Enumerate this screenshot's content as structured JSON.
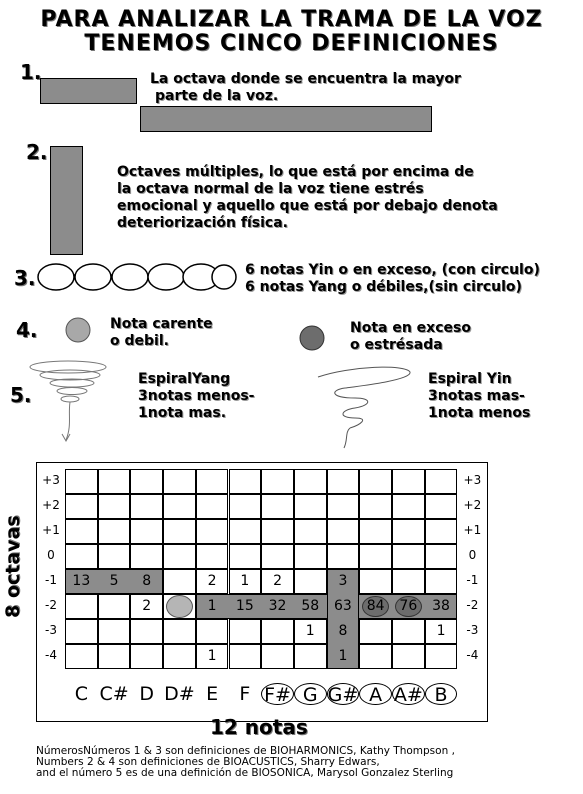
{
  "title": {
    "line1": "PARA ANALIZAR LA TRAMA DE LA VOZ",
    "line2": "TENEMOS CINCO DEFINICIONES"
  },
  "definitions": {
    "d1": {
      "number": "1.",
      "line1": "La octava donde se encuentra la mayor",
      "line2": "parte de la voz."
    },
    "d2": {
      "number": "2.",
      "line1": "Octaves múltiples, lo que está por encima de",
      "line2": "la octava normal de la voz tiene estrés",
      "line3": "emocional y aquello que está por debajo denota",
      "line4": "deteriorización física."
    },
    "d3": {
      "number": "3.",
      "line1": "6 notas  Yin o en exceso, (con circulo)",
      "line2": "6 notas Yang  o débiles,(sin circulo)"
    },
    "d4": {
      "number": "4.",
      "weak_line1": "Nota carente",
      "weak_line2": "o debil.",
      "excess_line1": "Nota en exceso",
      "excess_line2": "o estrésada"
    },
    "d5": {
      "number": "5.",
      "yang_line1": "EspiralYang",
      "yang_line2": "3notas menos-",
      "yang_line3": "1nota mas.",
      "yin_line1": "Espiral Yin",
      "yin_line2": "3notas mas-",
      "yin_line3": "1nota menos"
    }
  },
  "grid": {
    "y_axis_title": "8 octavas",
    "x_axis_title": "12 notas",
    "octave_labels_left": [
      "+3",
      "+2",
      "+1",
      "0",
      "-1",
      "-2",
      "-3",
      "-4"
    ],
    "octave_labels_right": [
      "+3",
      "+2",
      "+1",
      "0",
      "-1",
      "-2",
      "-3",
      "-4"
    ],
    "notes": [
      "C",
      "C#",
      "D",
      "D#",
      "E",
      "F",
      "F#",
      "G",
      "G#",
      "A",
      "A#",
      "B"
    ],
    "circled_notes": [
      "F#",
      "G",
      "G#",
      "A",
      "A#",
      "B"
    ],
    "cell_values": [
      {
        "note": "C",
        "octave": "-1",
        "value": "13"
      },
      {
        "note": "C#",
        "octave": "-1",
        "value": "5"
      },
      {
        "note": "D",
        "octave": "-1",
        "value": "8"
      },
      {
        "note": "E",
        "octave": "-1",
        "value": "2"
      },
      {
        "note": "F",
        "octave": "-1",
        "value": "1"
      },
      {
        "note": "F#",
        "octave": "-1",
        "value": "2"
      },
      {
        "note": "G#",
        "octave": "-1",
        "value": "3"
      },
      {
        "note": "D",
        "octave": "-2",
        "value": "2"
      },
      {
        "note": "E",
        "octave": "-2",
        "value": "1"
      },
      {
        "note": "F",
        "octave": "-2",
        "value": "15"
      },
      {
        "note": "F#",
        "octave": "-2",
        "value": "32"
      },
      {
        "note": "G",
        "octave": "-2",
        "value": "58"
      },
      {
        "note": "G#",
        "octave": "-2",
        "value": "63"
      },
      {
        "note": "A",
        "octave": "-2",
        "value": "84"
      },
      {
        "note": "A#",
        "octave": "-2",
        "value": "76"
      },
      {
        "note": "B",
        "octave": "-2",
        "value": "38"
      },
      {
        "note": "G",
        "octave": "-3",
        "value": "1"
      },
      {
        "note": "G#",
        "octave": "-3",
        "value": "8"
      },
      {
        "note": "B",
        "octave": "-3",
        "value": "1"
      },
      {
        "note": "E",
        "octave": "-4",
        "value": "1"
      },
      {
        "note": "G#",
        "octave": "-4",
        "value": "1"
      }
    ]
  },
  "footer": {
    "line1": "NúmerosNúmeros 1 & 3 son definiciones de BIOHARMONICS, Kathy Thompson ,",
    "line2": "Numbers 2 & 4 son definiciones de BIOACUSTICS, Sharry Edwars,",
    "line3": "and el número 5 es de una definición de BIOSONICA, Marysol Gonzalez Sterling"
  }
}
